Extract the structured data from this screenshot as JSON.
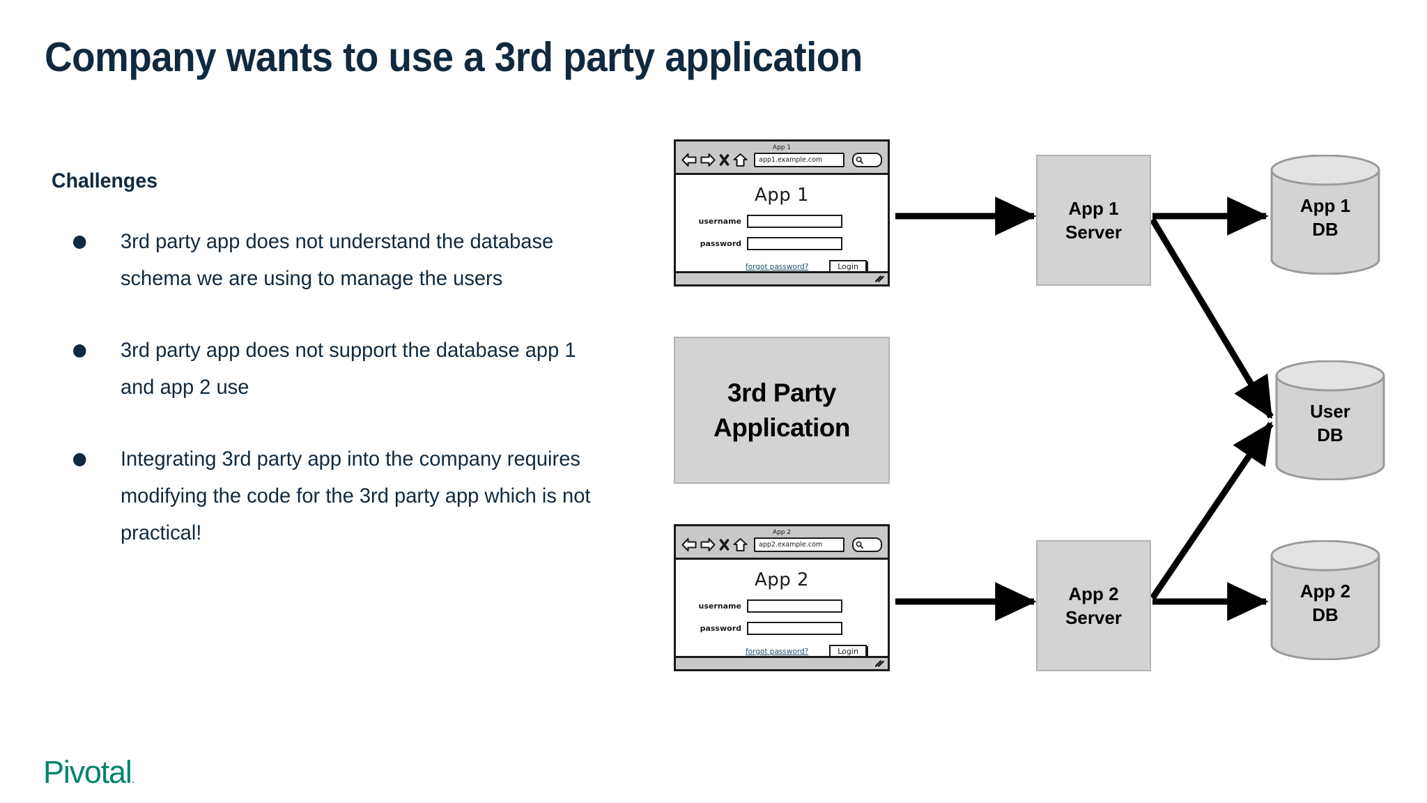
{
  "slide": {
    "title": "Company wants to use a 3rd party application",
    "title_color": "#10293f",
    "background": "#ffffff"
  },
  "left_panel": {
    "heading": "Challenges",
    "bullets": [
      "3rd party app does not understand the database schema we are using to manage the users",
      "3rd party app does not support the database app 1 and app 2 use",
      "Integrating 3rd party app into the company requires modifying the code for the 3rd party app which is not practical!"
    ]
  },
  "branding": {
    "logo_text": "Pivotal",
    "logo_tm": ".",
    "logo_color": "#00836a"
  },
  "diagram": {
    "browsers": [
      {
        "window_title": "App 1",
        "url": "app1.example.com",
        "page_heading": "App 1",
        "username_label": "username",
        "password_label": "password",
        "username_value": "",
        "password_value": "",
        "forgot_link": "forgot password?",
        "login_button": "Login",
        "icons": [
          "back-arrow-icon",
          "forward-arrow-icon",
          "stop-x-icon",
          "home-icon",
          "search-magnifier-icon",
          "resize-grip-icon"
        ]
      },
      {
        "window_title": "App 2",
        "url": "app2.example.com",
        "page_heading": "App 2",
        "username_label": "username",
        "password_label": "password",
        "username_value": "",
        "password_value": "",
        "forgot_link": "forgot password?",
        "login_button": "Login",
        "icons": [
          "back-arrow-icon",
          "forward-arrow-icon",
          "stop-x-icon",
          "home-icon",
          "search-magnifier-icon",
          "resize-grip-icon"
        ]
      }
    ],
    "third_party_box": {
      "line1": "3rd Party",
      "line2": "Application",
      "fill": "#d3d3d3",
      "border": "#b3b3b3"
    },
    "servers": [
      {
        "line1": "App 1",
        "line2": "Server",
        "fill": "#d3d3d3",
        "border": "#b3b3b3"
      },
      {
        "line1": "App 2",
        "line2": "Server",
        "fill": "#d3d3d3",
        "border": "#b3b3b3"
      }
    ],
    "databases": [
      {
        "line1": "App 1",
        "line2": "DB",
        "fill": "#d3d3d3",
        "top_fill": "#e0e0e0",
        "border": "#9a9a9a"
      },
      {
        "line1": "User",
        "line2": "DB",
        "fill": "#d3d3d3",
        "top_fill": "#e0e0e0",
        "border": "#9a9a9a"
      },
      {
        "line1": "App 2",
        "line2": "DB",
        "fill": "#d3d3d3",
        "top_fill": "#e0e0e0",
        "border": "#9a9a9a"
      }
    ],
    "connections": [
      {
        "from": "App 1 browser",
        "to": "App 1 Server",
        "style": "solid-arrow"
      },
      {
        "from": "App 1 Server",
        "to": "App 1 DB",
        "style": "solid-arrow"
      },
      {
        "from": "App 1 Server",
        "to": "User DB",
        "style": "solid-arrow"
      },
      {
        "from": "App 2 browser",
        "to": "App 2 Server",
        "style": "solid-arrow"
      },
      {
        "from": "App 2 Server",
        "to": "App 2 DB",
        "style": "solid-arrow"
      },
      {
        "from": "App 2 Server",
        "to": "User DB",
        "style": "solid-arrow"
      }
    ],
    "arrow_color": "#000000"
  }
}
